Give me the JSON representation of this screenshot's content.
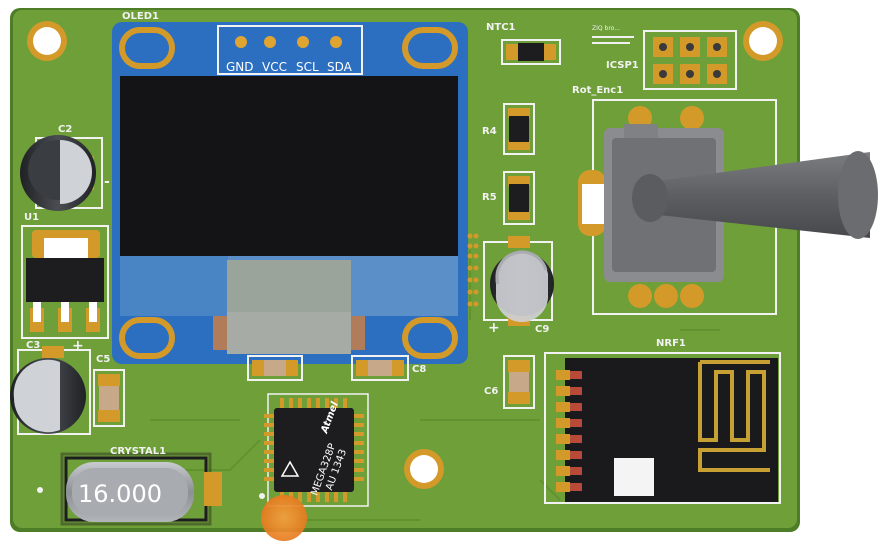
{
  "colors": {
    "pcb": "#6e9f38",
    "pcb_edge": "#4e7d27",
    "silk": "#f2f2f2",
    "oled_blue": "#2c6fc1",
    "oled_screen": "#141416",
    "pad_gold": "#d39a2a",
    "cap_body": "#3a3d42",
    "cap_top": "#cfd2d6",
    "chip": "#1d1d1f",
    "nrf_body": "#1a1a1c",
    "indicator": "#f08a2e"
  },
  "icons": {
    "oled": "oled-display-module-icon",
    "encoder": "rotary-encoder-icon",
    "mcu": "atmega328p-chip-icon",
    "crystal": "crystal-oscillator-icon",
    "rf": "nrf24l01-module-icon",
    "isp": "icsp-header-icon",
    "cursor": "cursor-highlight-icon"
  },
  "silkscreen": {
    "oled_label": "OLED1",
    "ntc_label": "NTC1",
    "icsp_label": "ICSP1",
    "rot_enc_label": "Rot_Enc1",
    "r4_label": "R4",
    "r5_label": "R5",
    "c2_label": "C2",
    "u1_label": "U1",
    "c3_label": "C3",
    "c5_label": "C5",
    "c9_label": "C9",
    "c6_label": "C6",
    "c8_label": "C8",
    "crystal_label": "CRYSTAL1",
    "nrf_label": "NRF1",
    "plus_c3": "+",
    "plus_c9": "+",
    "minus_c2": "-"
  },
  "oled_pins": [
    "GND",
    "VCC",
    "SCL",
    "SDA"
  ],
  "chip_text": {
    "brand": "Atmel",
    "line1": "MEGA328P",
    "line2": "AU 1343"
  },
  "crystal_text": "16.000",
  "signature": "ZIQ bro..."
}
